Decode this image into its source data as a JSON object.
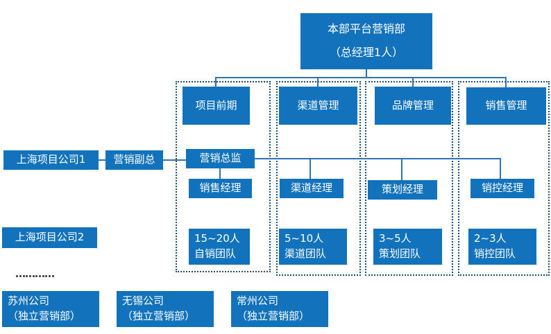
{
  "colors": {
    "box": "#1273BC",
    "line": "#2E74B5",
    "dash": "#1F4E79",
    "txt": "#FFFFFF"
  },
  "root": {
    "line1": "本部平台营销部",
    "line2": "（总经理1人）"
  },
  "departments": [
    "项目前期",
    "渠道管理",
    "品牌管理",
    "销售管理"
  ],
  "chain": {
    "company1": "上海项目公司1",
    "deputy": "营销副总",
    "director": "营销总监",
    "company2": "上海项目公司2"
  },
  "managers": [
    "销售经理",
    "渠道经理",
    "策划经理",
    "销控经理"
  ],
  "teams": [
    {
      "size": "15~20人",
      "name": "自销团队"
    },
    {
      "size": "5~10人",
      "name": "渠道团队"
    },
    {
      "size": "3~5人",
      "name": "策划团队"
    },
    {
      "size": "2~3人",
      "name": "销控团队"
    }
  ],
  "branches": [
    {
      "name": "苏州公司",
      "note": "（独立营销部）"
    },
    {
      "name": "无锡公司",
      "note": "（独立营销部）"
    },
    {
      "name": "常州公司",
      "note": "（独立营销部）"
    }
  ],
  "ellipsis": "…………"
}
